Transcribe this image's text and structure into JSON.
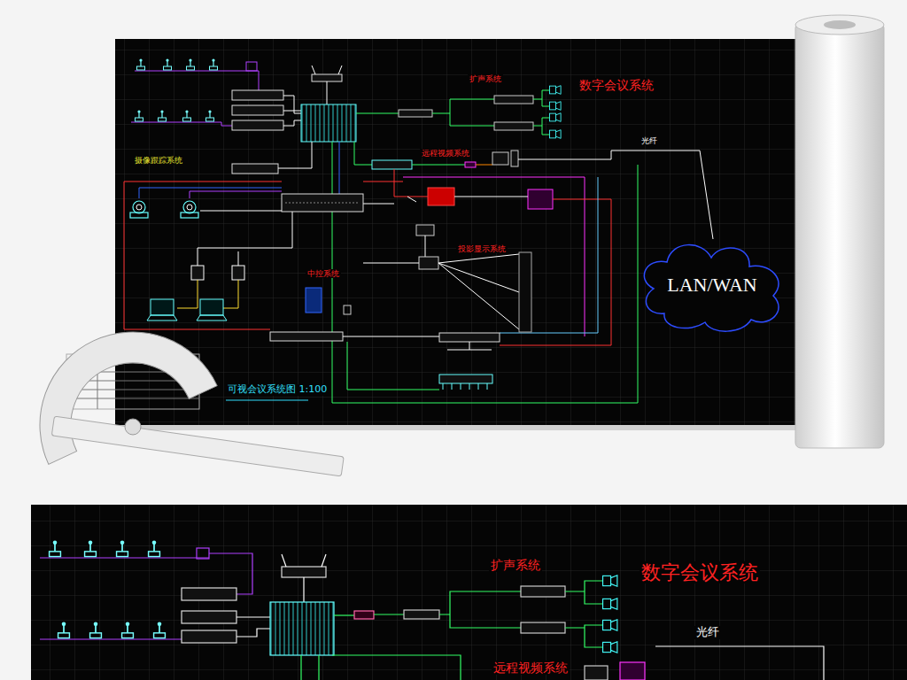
{
  "diagram": {
    "title": "可视会议系统图 1:100",
    "nodes": [
      {
        "text": [
          "LAN/WAN"
        ]
      }
    ],
    "labels": [
      "数字会议系统",
      "扩声系统",
      "远程视频系统",
      "摄像跟踪系统",
      "投影显示系统",
      "中控系统",
      "光纤",
      "数字会议系统",
      "扩声系统",
      "远程视频系统",
      "光纤"
    ]
  }
}
